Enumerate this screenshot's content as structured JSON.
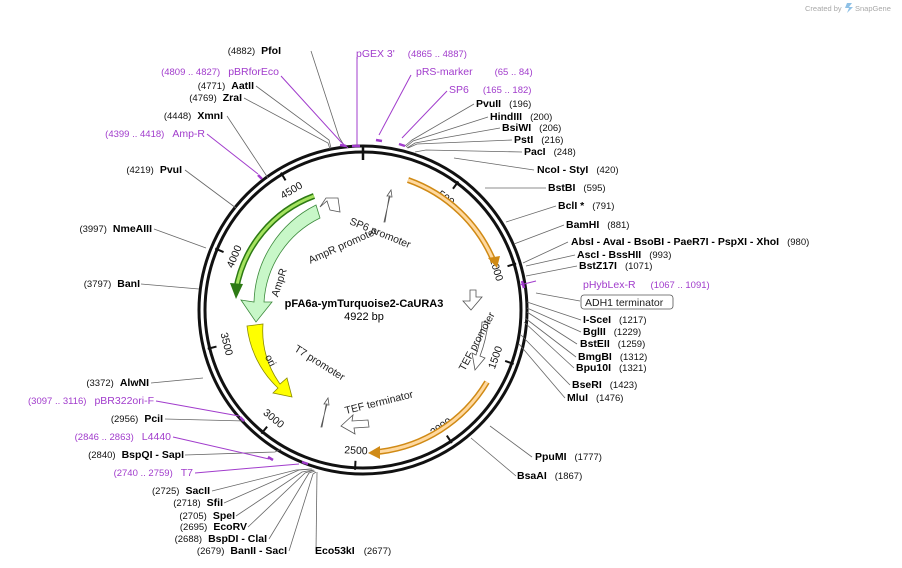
{
  "watermark": {
    "prefix": "Created by",
    "brand": "SnapGene"
  },
  "map": {
    "name": "pFA6a-ymTurquoise2-CaURA3",
    "length_label": "4922 bp"
  },
  "ruler": [
    "500",
    "1000",
    "1500",
    "2000",
    "2500",
    "3000",
    "3500",
    "4000",
    "4500"
  ],
  "enzymes_left": [
    {
      "pos": "(4882)",
      "name": "PfoI"
    },
    {
      "pos": "(4771)",
      "name": "AatII"
    },
    {
      "pos": "(4769)",
      "name": "ZraI"
    },
    {
      "pos": "(4448)",
      "name": "XmnI"
    },
    {
      "pos": "(4219)",
      "name": "PvuI"
    },
    {
      "pos": "(3997)",
      "name": "NmeAIII"
    },
    {
      "pos": "(3797)",
      "name": "BanI"
    },
    {
      "pos": "(3372)",
      "name": "AlwNI"
    },
    {
      "pos": "(2956)",
      "name": "PciI"
    },
    {
      "pos": "(2840)",
      "name": "BspQI - SapI"
    },
    {
      "pos": "(2725)",
      "name": "SacII"
    },
    {
      "pos": "(2718)",
      "name": "SfiI"
    },
    {
      "pos": "(2705)",
      "name": "SpeI"
    },
    {
      "pos": "(2695)",
      "name": "EcoRV"
    },
    {
      "pos": "(2688)",
      "name": "BspDI - ClaI"
    },
    {
      "pos": "(2679)",
      "name": "BanII - SacI"
    }
  ],
  "enzymes_right": [
    {
      "name": "PvuII",
      "pos": "(196)"
    },
    {
      "name": "HindIII",
      "pos": "(200)"
    },
    {
      "name": "BsiWI",
      "pos": "(206)"
    },
    {
      "name": "PstI",
      "pos": "(216)"
    },
    {
      "name": "PacI",
      "pos": "(248)"
    },
    {
      "name": "NcoI - StyI",
      "pos": "(420)"
    },
    {
      "name": "BstBI",
      "pos": "(595)"
    },
    {
      "name": "BclI *",
      "pos": "(791)"
    },
    {
      "name": "BamHI",
      "pos": "(881)"
    },
    {
      "name": "AbsI - AvaI - BsoBI - PaeR7I - PspXI - XhoI",
      "pos": "(980)"
    },
    {
      "name": "AscI - BssHII",
      "pos": "(993)"
    },
    {
      "name": "BstZ17I",
      "pos": "(1071)"
    },
    {
      "name": "I-SceI",
      "pos": "(1217)"
    },
    {
      "name": "BglII",
      "pos": "(1229)"
    },
    {
      "name": "BstEII",
      "pos": "(1259)"
    },
    {
      "name": "BmgBI",
      "pos": "(1312)"
    },
    {
      "name": "Bpu10I",
      "pos": "(1321)"
    },
    {
      "name": "BseRI",
      "pos": "(1423)"
    },
    {
      "name": "MluI",
      "pos": "(1476)"
    },
    {
      "name": "PpuMI",
      "pos": "(1777)"
    },
    {
      "name": "BsaAI",
      "pos": "(1867)"
    }
  ],
  "bottom_enzyme": {
    "name": "Eco53kI",
    "pos": "(2677)"
  },
  "primers_left": [
    {
      "pos": "(4809 .. 4827)",
      "name": "pBRforEco"
    },
    {
      "pos": "(4399 .. 4418)",
      "name": "Amp-R"
    },
    {
      "pos": "(3097 .. 3116)",
      "name": "pBR322ori-F"
    },
    {
      "pos": "(2846 .. 2863)",
      "name": "L4440"
    },
    {
      "pos": "(2740 .. 2759)",
      "name": "T7"
    }
  ],
  "primers_top": [
    {
      "name": "pGEX 3'",
      "pos": "(4865 .. 4887)"
    },
    {
      "name": "pRS-marker",
      "pos": "(65 .. 84)"
    },
    {
      "name": "SP6",
      "pos": "(165 .. 182)"
    }
  ],
  "primer_right": {
    "name": "pHybLex-R",
    "pos": "(1067 .. 1091)"
  },
  "boxed_feature": "ADH1 terminator",
  "features": {
    "ampr": "AmpR",
    "ampr_promoter": "AmpR promoter",
    "sp6_promoter": "SP6 promoter",
    "tef_promoter": "TEF promoter",
    "ori": "ori",
    "t7_promoter": "T7 promoter",
    "tef_terminator": "TEF terminator"
  },
  "colors": {
    "primer": "#a13ccc",
    "ampr": "#c8f7c8",
    "ori": "#ffff00",
    "orange_feature": "#ffd9a0",
    "backbone": "#111111"
  }
}
